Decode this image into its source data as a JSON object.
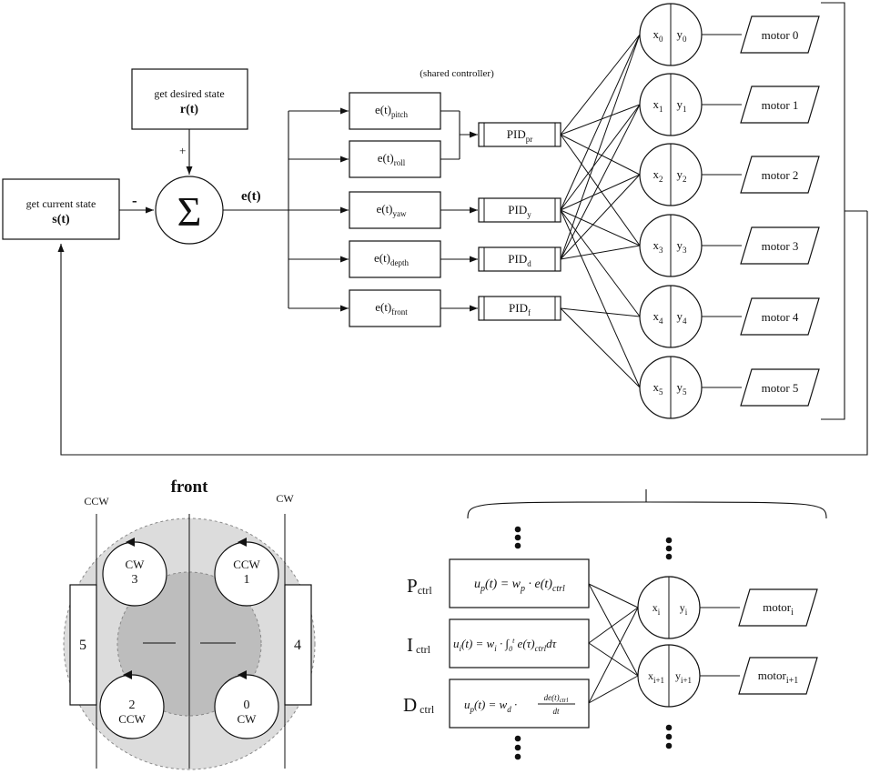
{
  "top": {
    "current_state": {
      "line1": "get current state",
      "line2": "s(t)"
    },
    "desired_state": {
      "line1": "get desired state",
      "line2": "r(t)"
    },
    "minus_sign": "-",
    "plus_sign": "+",
    "sum_symbol": "Σ",
    "error_label": "e(t)",
    "shared_controller": "(shared controller)",
    "errors": [
      {
        "base": "e(t)",
        "sub": "pitch"
      },
      {
        "base": "e(t)",
        "sub": "roll"
      },
      {
        "base": "e(t)",
        "sub": "yaw"
      },
      {
        "base": "e(t)",
        "sub": "depth"
      },
      {
        "base": "e(t)",
        "sub": "front"
      }
    ],
    "pids": [
      {
        "base": "PID",
        "sub": "pr"
      },
      {
        "base": "PID",
        "sub": "y"
      },
      {
        "base": "PID",
        "sub": "d"
      },
      {
        "base": "PID",
        "sub": "f"
      }
    ],
    "nodes": [
      {
        "x": "x",
        "xs": "0",
        "y": "y",
        "ys": "0"
      },
      {
        "x": "x",
        "xs": "1",
        "y": "y",
        "ys": "1"
      },
      {
        "x": "x",
        "xs": "2",
        "y": "y",
        "ys": "2"
      },
      {
        "x": "x",
        "xs": "3",
        "y": "y",
        "ys": "3"
      },
      {
        "x": "x",
        "xs": "4",
        "y": "y",
        "ys": "4"
      },
      {
        "x": "x",
        "xs": "5",
        "y": "y",
        "ys": "5"
      }
    ],
    "motors": [
      "motor 0",
      "motor 1",
      "motor 2",
      "motor 3",
      "motor 4",
      "motor 5"
    ]
  },
  "layout": {
    "title": "front",
    "ccw_label": "CCW",
    "cw_label": "CW",
    "props": [
      {
        "dir": "CW",
        "num": "3"
      },
      {
        "dir": "CCW",
        "num": "1"
      },
      {
        "num": "2",
        "dir": "CCW"
      },
      {
        "num": "0",
        "dir": "CW"
      }
    ],
    "side_left": "5",
    "side_right": "4"
  },
  "detail": {
    "p_label": {
      "base": "P",
      "sub": "ctrl"
    },
    "i_label": {
      "base": "I",
      "sub": "ctrl"
    },
    "d_label": {
      "base": "D",
      "sub": "ctrl"
    },
    "nodes": [
      {
        "x": "x",
        "xs": "i",
        "y": "y",
        "ys": "i"
      },
      {
        "x": "x",
        "xs": "i+1",
        "y": "y",
        "ys": "i+1"
      }
    ],
    "motors": [
      {
        "base": "motor",
        "sub": "i"
      },
      {
        "base": "motor",
        "sub": "i+1"
      }
    ]
  },
  "colors": {
    "outer_disc": "#dcdcdc",
    "inner_disc": "#bdbdbd",
    "line": "#111111"
  }
}
